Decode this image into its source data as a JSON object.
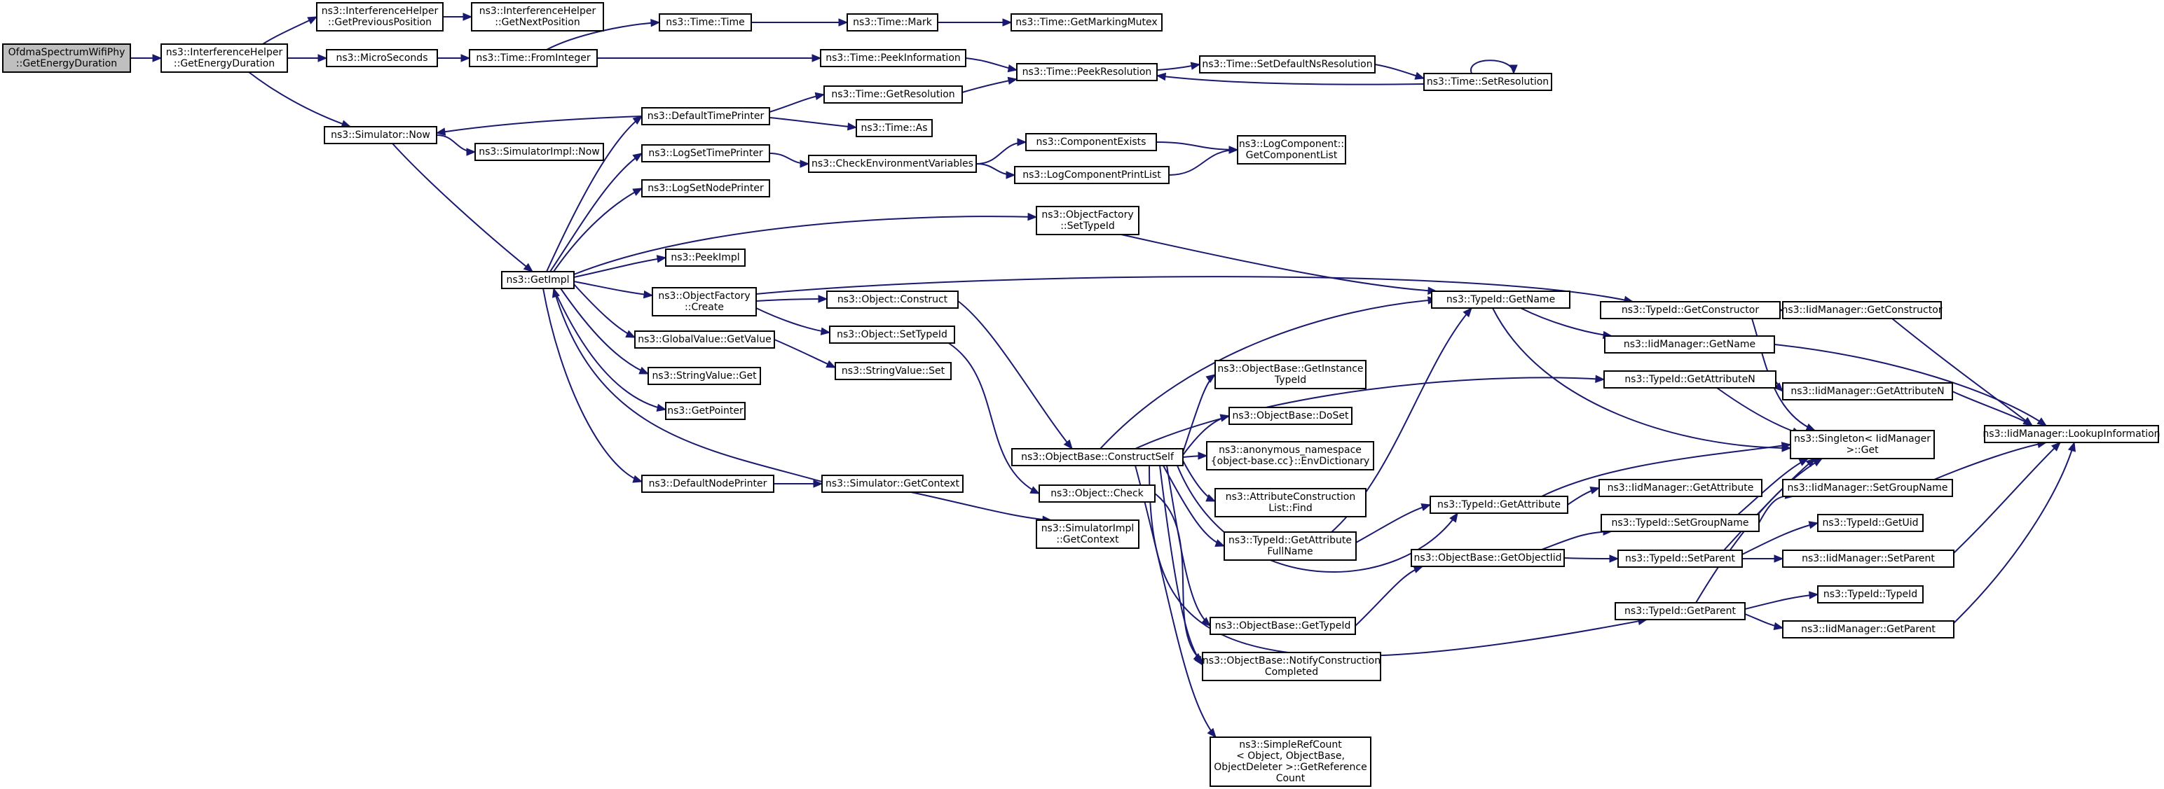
{
  "colors": {
    "edge": "#191970",
    "root_fill": "#bfbfbf",
    "node_fill": "#ffffff",
    "node_border": "#000000"
  },
  "nodes": [
    {
      "id": "n0",
      "lines": [
        "OfdmaSpectrumWifiPhy",
        "::GetEnergyDuration"
      ],
      "root": true
    },
    {
      "id": "n1",
      "lines": [
        "ns3::InterferenceHelper",
        "::GetEnergyDuration"
      ]
    },
    {
      "id": "n2",
      "lines": [
        "ns3::InterferenceHelper",
        "::GetPreviousPosition"
      ]
    },
    {
      "id": "n3",
      "lines": [
        "ns3::InterferenceHelper",
        "::GetNextPosition"
      ]
    },
    {
      "id": "n4",
      "lines": [
        "ns3::MicroSeconds"
      ]
    },
    {
      "id": "n5",
      "lines": [
        "ns3::Time::FromInteger"
      ]
    },
    {
      "id": "n6",
      "lines": [
        "ns3::Time::Time"
      ]
    },
    {
      "id": "n7",
      "lines": [
        "ns3::Time::Mark"
      ]
    },
    {
      "id": "n8",
      "lines": [
        "ns3::Time::GetMarkingMutex"
      ]
    },
    {
      "id": "n9",
      "lines": [
        "ns3::Time::PeekInformation"
      ]
    },
    {
      "id": "n10",
      "lines": [
        "ns3::Time::PeekResolution"
      ]
    },
    {
      "id": "n11",
      "lines": [
        "ns3::Time::SetDefaultNsResolution"
      ]
    },
    {
      "id": "n12",
      "lines": [
        "ns3::Time::SetResolution"
      ]
    },
    {
      "id": "n13",
      "lines": [
        "ns3::Simulator::Now"
      ]
    },
    {
      "id": "n14",
      "lines": [
        "ns3::SimulatorImpl::Now"
      ]
    },
    {
      "id": "n15",
      "lines": [
        "ns3::DefaultTimePrinter"
      ]
    },
    {
      "id": "n16",
      "lines": [
        "ns3::Time::GetResolution"
      ]
    },
    {
      "id": "n17",
      "lines": [
        "ns3::Time::As"
      ]
    },
    {
      "id": "n18",
      "lines": [
        "ns3::LogSetTimePrinter"
      ]
    },
    {
      "id": "n19",
      "lines": [
        "ns3::CheckEnvironmentVariables"
      ]
    },
    {
      "id": "n20",
      "lines": [
        "ns3::ComponentExists"
      ]
    },
    {
      "id": "n21",
      "lines": [
        "ns3::LogComponentPrintList"
      ]
    },
    {
      "id": "n22",
      "lines": [
        "ns3::LogComponent::",
        "GetComponentList"
      ]
    },
    {
      "id": "n23",
      "lines": [
        "ns3::LogSetNodePrinter"
      ]
    },
    {
      "id": "n24",
      "lines": [
        "ns3::ObjectFactory",
        "::SetTypeId"
      ]
    },
    {
      "id": "n25",
      "lines": [
        "ns3::PeekImpl"
      ]
    },
    {
      "id": "n26",
      "lines": [
        "ns3::GetImpl"
      ]
    },
    {
      "id": "n27",
      "lines": [
        "ns3::ObjectFactory",
        "::Create"
      ]
    },
    {
      "id": "n28",
      "lines": [
        "ns3::Object::Construct"
      ]
    },
    {
      "id": "n29",
      "lines": [
        "ns3::Object::SetTypeId"
      ]
    },
    {
      "id": "n30",
      "lines": [
        "ns3::GlobalValue::GetValue"
      ]
    },
    {
      "id": "n31",
      "lines": [
        "ns3::StringValue::Set"
      ]
    },
    {
      "id": "n32",
      "lines": [
        "ns3::StringValue::Get"
      ]
    },
    {
      "id": "n33",
      "lines": [
        "ns3::GetPointer"
      ]
    },
    {
      "id": "n34",
      "lines": [
        "ns3::DefaultNodePrinter"
      ]
    },
    {
      "id": "n35",
      "lines": [
        "ns3::Simulator::GetContext"
      ]
    },
    {
      "id": "n36",
      "lines": [
        "ns3::SimulatorImpl",
        "::GetContext"
      ]
    },
    {
      "id": "n37",
      "lines": [
        "ns3::ObjectBase::ConstructSelf"
      ]
    },
    {
      "id": "n38",
      "lines": [
        "ns3::Object::Check"
      ]
    },
    {
      "id": "n39",
      "lines": [
        "ns3::TypeId::GetName"
      ]
    },
    {
      "id": "n40",
      "lines": [
        "ns3::TypeId::GetConstructor"
      ]
    },
    {
      "id": "n41",
      "lines": [
        "ns3::IidManager::GetConstructor"
      ]
    },
    {
      "id": "n42",
      "lines": [
        "ns3::IidManager::GetName"
      ]
    },
    {
      "id": "n43",
      "lines": [
        "ns3::TypeId::GetAttributeN"
      ]
    },
    {
      "id": "n44",
      "lines": [
        "ns3::IidManager::GetAttributeN"
      ]
    },
    {
      "id": "n45",
      "lines": [
        "ns3::IidManager::LookupInformation"
      ]
    },
    {
      "id": "n46",
      "lines": [
        "ns3::Singleton< IidManager",
        " >::Get"
      ]
    },
    {
      "id": "n47",
      "lines": [
        "ns3::ObjectBase::GetInstance",
        "TypeId"
      ]
    },
    {
      "id": "n48",
      "lines": [
        "ns3::ObjectBase::DoSet"
      ]
    },
    {
      "id": "n49",
      "lines": [
        "ns3::anonymous_namespace",
        "{object-base.cc}::EnvDictionary"
      ]
    },
    {
      "id": "n50",
      "lines": [
        "ns3::AttributeConstruction",
        "List::Find"
      ]
    },
    {
      "id": "n51",
      "lines": [
        "ns3::TypeId::GetAttribute",
        "FullName"
      ]
    },
    {
      "id": "n52",
      "lines": [
        "ns3::TypeId::GetAttribute"
      ]
    },
    {
      "id": "n53",
      "lines": [
        "ns3::IidManager::GetAttribute"
      ]
    },
    {
      "id": "n54",
      "lines": [
        "ns3::IidManager::SetGroupName"
      ]
    },
    {
      "id": "n55",
      "lines": [
        "ns3::TypeId::SetGroupName"
      ]
    },
    {
      "id": "n56",
      "lines": [
        "ns3::ObjectBase::GetObjectIid"
      ]
    },
    {
      "id": "n57",
      "lines": [
        "ns3::TypeId::SetParent"
      ]
    },
    {
      "id": "n58",
      "lines": [
        "ns3::TypeId::GetUid"
      ]
    },
    {
      "id": "n59",
      "lines": [
        "ns3::IidManager::SetParent"
      ]
    },
    {
      "id": "n60",
      "lines": [
        "ns3::ObjectBase::GetTypeId"
      ]
    },
    {
      "id": "n61",
      "lines": [
        "ns3::TypeId::GetParent"
      ]
    },
    {
      "id": "n62",
      "lines": [
        "ns3::TypeId::TypeId"
      ]
    },
    {
      "id": "n63",
      "lines": [
        "ns3::IidManager::GetParent"
      ]
    },
    {
      "id": "n64",
      "lines": [
        "ns3::ObjectBase::NotifyConstruction",
        "Completed"
      ]
    },
    {
      "id": "n65",
      "lines": [
        "ns3::SimpleRefCount",
        "< Object, ObjectBase,",
        " ObjectDeleter >::GetReference",
        "Count"
      ]
    }
  ],
  "edges": [
    [
      "n0",
      "n1"
    ],
    [
      "n1",
      "n2"
    ],
    [
      "n2",
      "n3"
    ],
    [
      "n1",
      "n4"
    ],
    [
      "n1",
      "n13"
    ],
    [
      "n4",
      "n5"
    ],
    [
      "n5",
      "n6"
    ],
    [
      "n5",
      "n9"
    ],
    [
      "n6",
      "n7"
    ],
    [
      "n7",
      "n8"
    ],
    [
      "n9",
      "n10"
    ],
    [
      "n10",
      "n11"
    ],
    [
      "n11",
      "n12"
    ],
    [
      "n12",
      "n10"
    ],
    [
      "n12",
      "n12"
    ],
    [
      "n13",
      "n14"
    ],
    [
      "n13",
      "n26"
    ],
    [
      "n15",
      "n13"
    ],
    [
      "n15",
      "n16"
    ],
    [
      "n15",
      "n17"
    ],
    [
      "n16",
      "n10"
    ],
    [
      "n18",
      "n19"
    ],
    [
      "n19",
      "n20"
    ],
    [
      "n19",
      "n21"
    ],
    [
      "n20",
      "n22"
    ],
    [
      "n21",
      "n22"
    ],
    [
      "n26",
      "n15"
    ],
    [
      "n26",
      "n18"
    ],
    [
      "n26",
      "n23"
    ],
    [
      "n26",
      "n24"
    ],
    [
      "n26",
      "n25"
    ],
    [
      "n26",
      "n27"
    ],
    [
      "n26",
      "n30"
    ],
    [
      "n26",
      "n32"
    ],
    [
      "n26",
      "n33"
    ],
    [
      "n26",
      "n34"
    ],
    [
      "n35",
      "n26"
    ],
    [
      "n24",
      "n39"
    ],
    [
      "n27",
      "n28"
    ],
    [
      "n27",
      "n29"
    ],
    [
      "n27",
      "n40"
    ],
    [
      "n28",
      "n37"
    ],
    [
      "n29",
      "n38"
    ],
    [
      "n30",
      "n31"
    ],
    [
      "n34",
      "n35"
    ],
    [
      "n35",
      "n36"
    ],
    [
      "n38",
      "n64"
    ],
    [
      "n37",
      "n39"
    ],
    [
      "n37",
      "n43"
    ],
    [
      "n37",
      "n47"
    ],
    [
      "n37",
      "n48"
    ],
    [
      "n37",
      "n49"
    ],
    [
      "n37",
      "n50"
    ],
    [
      "n37",
      "n51"
    ],
    [
      "n37",
      "n52"
    ],
    [
      "n37",
      "n60"
    ],
    [
      "n37",
      "n61"
    ],
    [
      "n37",
      "n64"
    ],
    [
      "n37",
      "n65"
    ],
    [
      "n39",
      "n42"
    ],
    [
      "n39",
      "n46"
    ],
    [
      "n40",
      "n41"
    ],
    [
      "n40",
      "n46"
    ],
    [
      "n41",
      "n45"
    ],
    [
      "n42",
      "n45"
    ],
    [
      "n43",
      "n44"
    ],
    [
      "n43",
      "n46"
    ],
    [
      "n44",
      "n45"
    ],
    [
      "n51",
      "n39"
    ],
    [
      "n51",
      "n52"
    ],
    [
      "n52",
      "n53"
    ],
    [
      "n52",
      "n46"
    ],
    [
      "n60",
      "n56"
    ],
    [
      "n56",
      "n55"
    ],
    [
      "n56",
      "n57"
    ],
    [
      "n55",
      "n54"
    ],
    [
      "n55",
      "n46"
    ],
    [
      "n57",
      "n58"
    ],
    [
      "n57",
      "n59"
    ],
    [
      "n57",
      "n46"
    ],
    [
      "n61",
      "n62"
    ],
    [
      "n61",
      "n63"
    ],
    [
      "n61",
      "n46"
    ],
    [
      "n54",
      "n45"
    ],
    [
      "n59",
      "n45"
    ],
    [
      "n63",
      "n45"
    ]
  ]
}
